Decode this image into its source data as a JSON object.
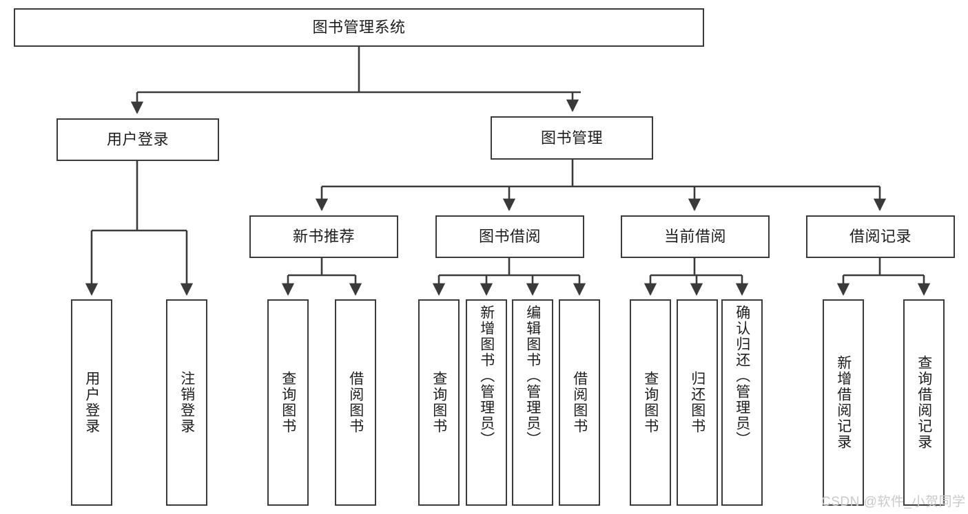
{
  "diagram": {
    "title": "图书管理系统",
    "type": "tree-hierarchy",
    "stroke_color": "#3a3a3a",
    "text_color": "#1d1d1d",
    "background": "#ffffff"
  },
  "root": {
    "label": "图书管理系统"
  },
  "level2": {
    "user_login": "用户登录",
    "book_manage": "图书管理"
  },
  "level3": {
    "new_book_recommend": "新书推荐",
    "book_borrow": "图书借阅",
    "current_borrow": "当前借阅",
    "borrow_record": "借阅记录"
  },
  "leaves": {
    "user_login_children": [
      {
        "label": "用户登录"
      },
      {
        "label": "注销登录"
      }
    ],
    "new_book_recommend_children": [
      {
        "label": "查询图书"
      },
      {
        "label": "借阅图书"
      }
    ],
    "book_borrow_children": [
      {
        "label": "查询图书"
      },
      {
        "label": "新增图书（管理员）"
      },
      {
        "label": "编辑图书（管理员）"
      },
      {
        "label": "借阅图书"
      }
    ],
    "current_borrow_children": [
      {
        "label": "查询图书"
      },
      {
        "label": "归还图书"
      },
      {
        "label": "确认归还（管理员）"
      }
    ],
    "borrow_record_children": [
      {
        "label": "新增借阅记录"
      },
      {
        "label": "查询借阅记录"
      }
    ]
  },
  "watermark": {
    "text": "CSDN @软件_小贺同学",
    "color": "#c9c9c9"
  }
}
